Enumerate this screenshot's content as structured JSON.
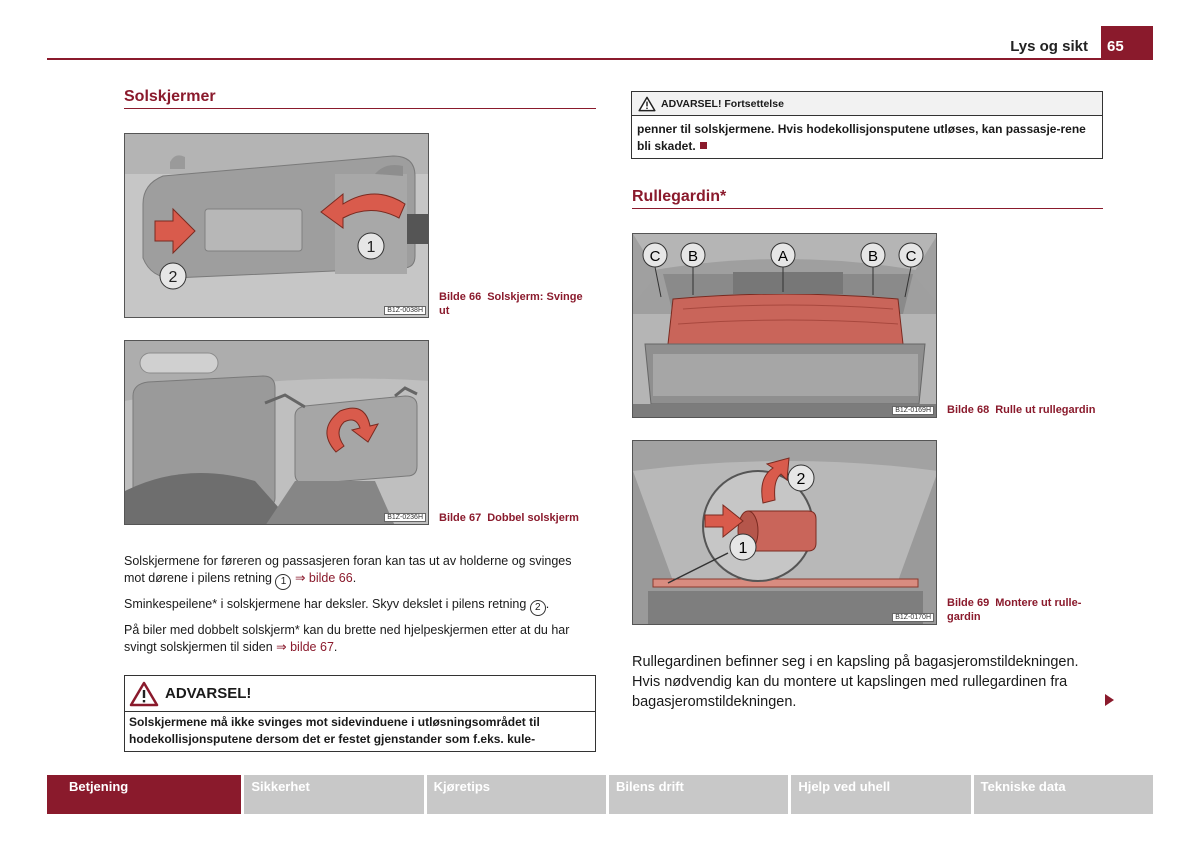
{
  "header": {
    "title": "Lys og sikt",
    "page_number": "65"
  },
  "left": {
    "section_title": "Solskjermer",
    "fig66": {
      "code": "B1Z-0038H",
      "num": "Bilde 66",
      "text": "Solskjerm: Svinge ut",
      "marker1": "1",
      "marker2": "2"
    },
    "fig67": {
      "code": "B1Z-0236H",
      "num": "Bilde 67",
      "text": "Dobbel solskjerm"
    },
    "p1": {
      "a": "Solskjermene for føreren og passasjeren foran kan tas ut av holderne og svinges mot dørene i pilens retning",
      "circ": "1",
      "ref": "⇒ bilde 66",
      "end": "."
    },
    "p2": {
      "a": "Sminkespeilene* i solskjermene har deksler. Skyv dekslet i pilens retning",
      "circ": "2",
      "end": "."
    },
    "p3": {
      "a": "På biler med dobbelt solskjerm* kan du brette ned hjelpeskjermen etter at du har svingt solskjermen til siden",
      "ref": "⇒ bilde 67",
      "end": "."
    },
    "warning": {
      "title": "ADVARSEL!",
      "body": "Solskjermene må ikke svinges mot sidevinduene i utløsningsområdet til hodekollisjonsputene dersom det er festet gjenstander som f.eks. kule-"
    }
  },
  "right": {
    "warning_cont": {
      "title": "ADVARSEL! Fortsettelse",
      "body": "penner til solskjermene. Hvis hodekollisjonsputene utløses, kan passasje-rene bli skadet."
    },
    "section_title": "Rullegardin*",
    "fig68": {
      "code": "B1Z-0169H",
      "num": "Bilde 68",
      "text": "Rulle ut rullegardin",
      "labels": [
        "C",
        "B",
        "A",
        "B",
        "C"
      ]
    },
    "fig69": {
      "code": "B1Z-0170H",
      "num": "Bilde 69",
      "text": "Montere ut rulle-gardin",
      "marker1": "1",
      "marker2": "2"
    },
    "paragraph": "Rullegardinen befinner seg i en kapsling på bagasjeromstildekningen. Hvis nødvendig kan du montere ut kapslingen med rullegardinen fra bagasjeromstildekningen."
  },
  "footer": {
    "tabs": [
      "Betjening",
      "Sikkerhet",
      "Kjøretips",
      "Bilens drift",
      "Hjelp ved uhell",
      "Tekniske data"
    ],
    "active_index": 0
  },
  "colors": {
    "accent": "#8a1a2c",
    "tab_inactive": "#c8c8c8"
  }
}
